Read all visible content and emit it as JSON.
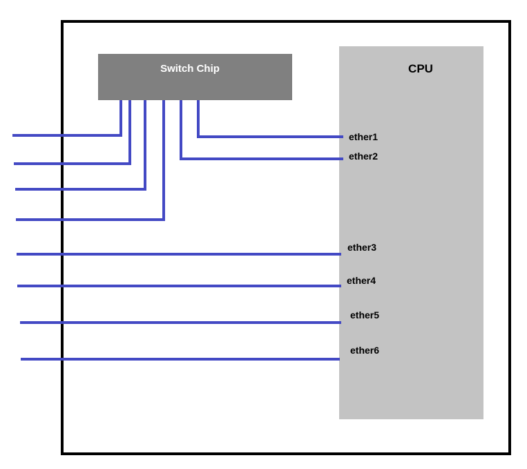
{
  "switch_chip": {
    "label": "Switch Chip",
    "fill": "#808080",
    "text_color": "#ffffff"
  },
  "cpu": {
    "label": "CPU",
    "fill": "#c3c3c3",
    "text_color": "#000000"
  },
  "ports": [
    {
      "name": "ether1"
    },
    {
      "name": "ether2"
    },
    {
      "name": "ether3"
    },
    {
      "name": "ether4"
    },
    {
      "name": "ether5"
    },
    {
      "name": "ether6"
    }
  ],
  "colors": {
    "enclosure_border": "#000000",
    "wire": "#4349c4",
    "port_label": "#000000"
  }
}
